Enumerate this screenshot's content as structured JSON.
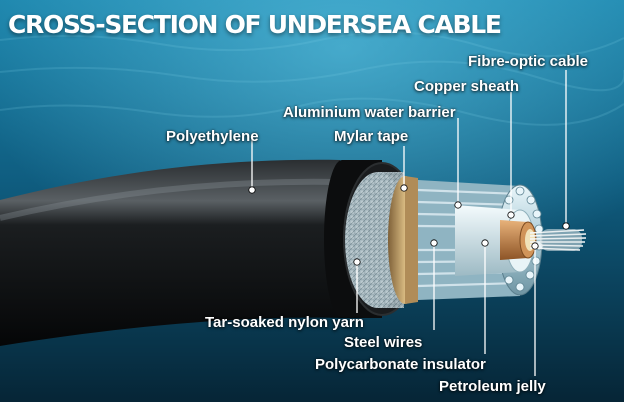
{
  "title": "CROSS-SECTION OF UNDERSEA CABLE",
  "labels": {
    "fibre_optic_cable": "Fibre-optic cable",
    "copper_sheath": "Copper sheath",
    "aluminium_water_barrier": "Aluminium water barrier",
    "mylar_tape": "Mylar tape",
    "polyethylene": "Polyethylene",
    "tar_soaked_nylon_yarn": "Tar-soaked nylon yarn",
    "steel_wires": "Steel wires",
    "polycarbonate_insulator": "Polycarbonate insulator",
    "petroleum_jelly": "Petroleum jelly"
  },
  "colors": {
    "water_light": "#2f9cc0",
    "water_dark": "#06293b",
    "cable_outer": "#121416",
    "mylar": "#c8a66a",
    "copper": "#c88a4a",
    "steel": "#cfe6ee",
    "callout_line": "#ffffff"
  }
}
